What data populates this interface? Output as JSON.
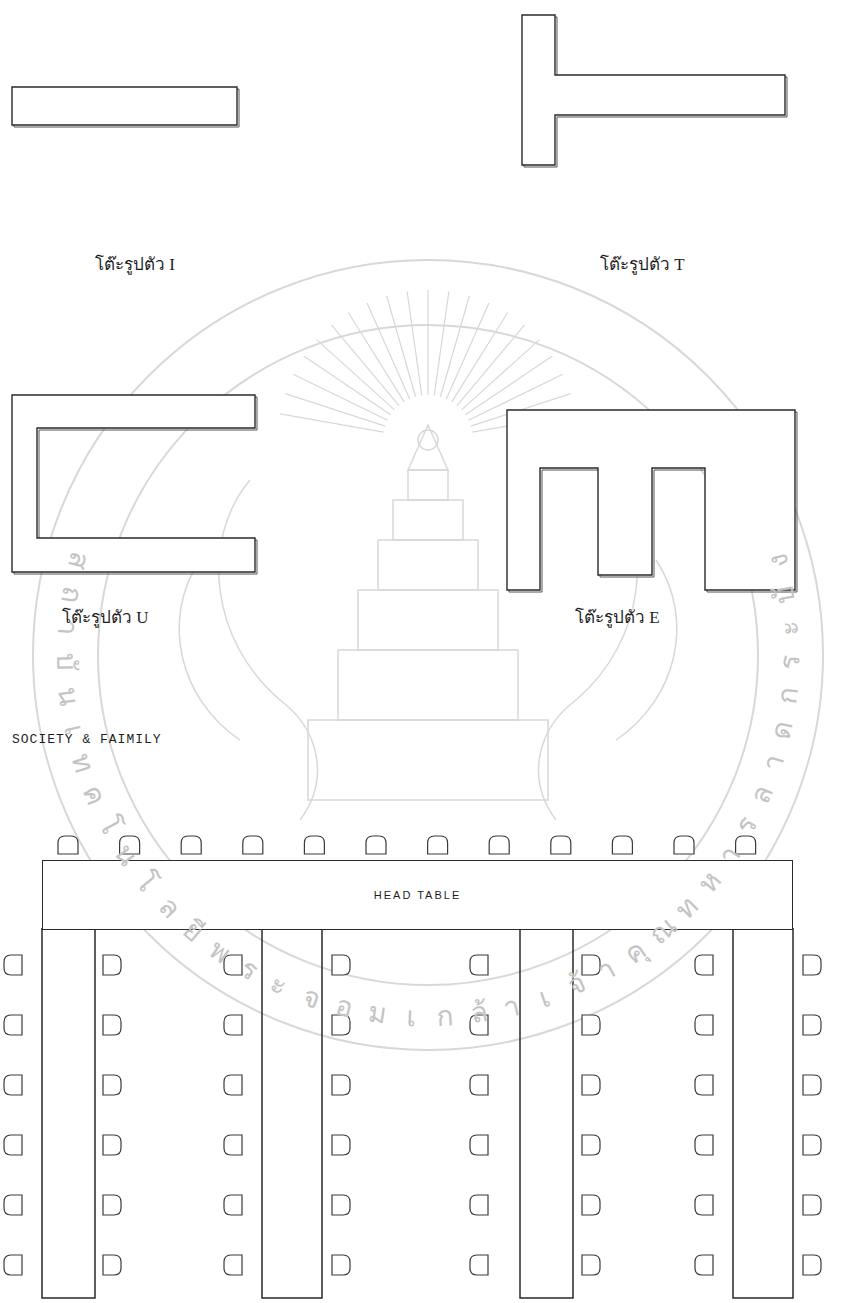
{
  "diagram": {
    "nodes": [
      {
        "text": [
          "HEAD TABLE"
        ]
      }
    ],
    "labels": [
      "โต๊ะรูปตัว I",
      "โต๊ะรูปตัว T",
      "โต๊ะรูปตัว U",
      "โต๊ะรูปตัว E",
      "SOCIETY & FAIMILY",
      "สถาบันเทคโนโลยีพระจอมเกล้าเจ้าคุณทหารลาดกระบัง"
    ]
  }
}
